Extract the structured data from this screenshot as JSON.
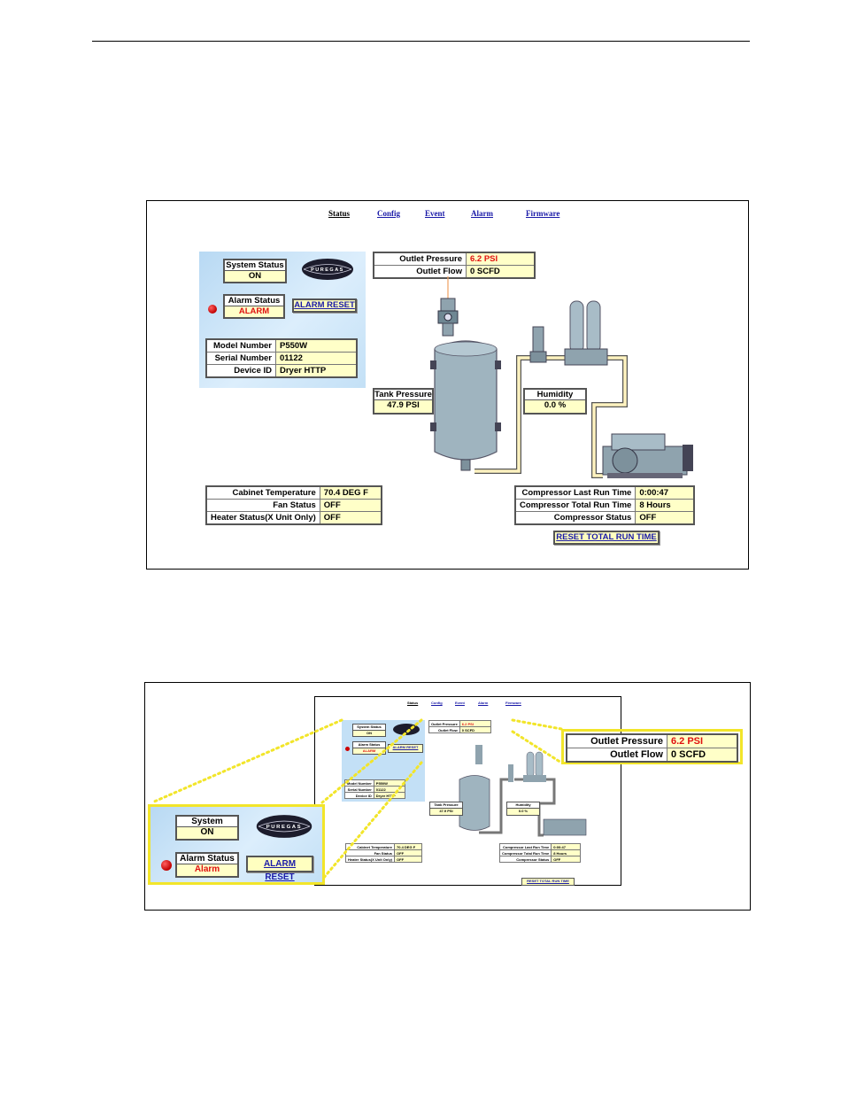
{
  "nav": {
    "status": "Status",
    "config": "Config",
    "event": "Event",
    "alarm": "Alarm",
    "firmware": "Firmware"
  },
  "brand": "PUREGAS",
  "status_panel": {
    "system_status_label": "System Status",
    "system_status_value": "ON",
    "alarm_status_label": "Alarm Status",
    "alarm_status_value": "ALARM",
    "alarm_reset_label": "ALARM RESET"
  },
  "device_info": [
    {
      "label": "Model Number",
      "value": "P550W"
    },
    {
      "label": "Serial Number",
      "value": "01122"
    },
    {
      "label": "Device ID",
      "value": "Dryer HTTP"
    }
  ],
  "outlet": [
    {
      "label": "Outlet Pressure",
      "value": "6.2 PSI"
    },
    {
      "label": "Outlet Flow",
      "value": "0 SCFD"
    }
  ],
  "tank": {
    "label": "Tank Pressure",
    "value": "47.9 PSI"
  },
  "humidity": {
    "label": "Humidity",
    "value": "0.0 %"
  },
  "cabinet": [
    {
      "label": "Cabinet Temperature",
      "value": "70.4 DEG F"
    },
    {
      "label": "Fan Status",
      "value": "OFF"
    },
    {
      "label": "Heater Status(X Unit Only)",
      "value": "OFF"
    }
  ],
  "compressor": [
    {
      "label": "Compressor Last Run Time",
      "value": "0:00:47"
    },
    {
      "label": "Compressor Total Run Time",
      "value": "8 Hours"
    },
    {
      "label": "Compressor Status",
      "value": "OFF"
    }
  ],
  "reset_total_label": "RESET TOTAL RUN TIME",
  "fig2": {
    "thumb_device_id": "Dryer HTTP",
    "thumb_alarm_value": "ALARM",
    "zoom_system_status_label": "System Status",
    "zoom_system_status_value": "ON",
    "zoom_alarm_status_label": "Alarm Status",
    "zoom_alarm_status_value": "Alarm",
    "zoom_alarm_reset_label": "ALARM RESET",
    "zoom_outlet": [
      {
        "label": "Outlet Pressure",
        "value": "6.2 PSI"
      },
      {
        "label": "Outlet Flow",
        "value": "0 SCFD"
      }
    ]
  },
  "colors": {
    "value_bg": "#ffffc8",
    "alarm_red": "#e01010",
    "link_blue": "#1a1aa8",
    "panel_blue": "#c3e0f6",
    "pipe": "#fff3c0",
    "zoom_yellow": "#f2e52a"
  }
}
